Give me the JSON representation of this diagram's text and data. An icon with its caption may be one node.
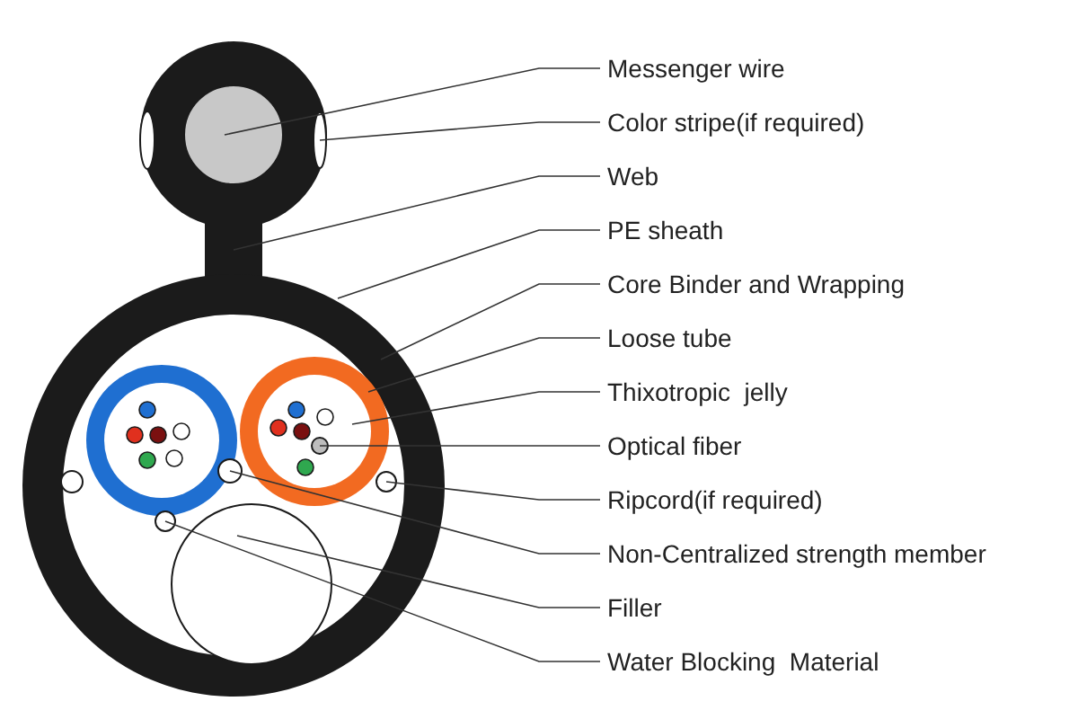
{
  "diagram": {
    "nodes": [
      {
        "text": [
          "Messenger wire"
        ]
      },
      {
        "text": [
          "Color stripe(if required)"
        ]
      },
      {
        "text": [
          "Web"
        ]
      },
      {
        "text": [
          "PE sheath"
        ]
      },
      {
        "text": [
          "Core Binder and Wrapping"
        ]
      },
      {
        "text": [
          "Loose tube"
        ]
      },
      {
        "text": [
          "Thixotropic  jelly"
        ]
      },
      {
        "text": [
          "Optical fiber"
        ]
      },
      {
        "text": [
          "Ripcord(if required)"
        ]
      },
      {
        "text": [
          "Non-Centralized strength member"
        ]
      },
      {
        "text": [
          "Filler"
        ]
      },
      {
        "text": [
          "Water Blocking  Material"
        ]
      },
      {
        "text": [],
        "shape": "circle"
      },
      {
        "text": [],
        "shape": "bar"
      },
      {
        "text": [],
        "shape": "box"
      },
      {
        "text": [],
        "shape": "circle"
      },
      {
        "text": [],
        "shape": "circle",
        "in": 15
      },
      {
        "text": [],
        "shape": "circle",
        "in": 16
      },
      {
        "text": [],
        "shape": "circle",
        "in": 17
      },
      {
        "text": [],
        "shape": "circle",
        "in": 18
      },
      {
        "text": [],
        "shape": "circle",
        "in": 16
      },
      {
        "text": [],
        "shape": "circle",
        "in": 16
      },
      {
        "text": [],
        "shape": "circle",
        "in": 16
      },
      {
        "text": [],
        "shape": "circle",
        "in": 16
      }
    ],
    "edges": [
      {
        "from": 0,
        "to": 12,
        "arrow": "none"
      },
      {
        "from": 1,
        "to": 13,
        "arrow": "none"
      },
      {
        "from": 2,
        "to": 14,
        "arrow": "none"
      },
      {
        "from": 3,
        "to": 15,
        "arrow": "none"
      },
      {
        "from": 4,
        "to": 16,
        "arrow": "none"
      },
      {
        "from": 5,
        "to": 17,
        "arrow": "none"
      },
      {
        "from": 6,
        "to": 18,
        "arrow": "none"
      },
      {
        "from": 7,
        "to": 19,
        "arrow": "none"
      },
      {
        "from": 8,
        "to": 20,
        "arrow": "none"
      },
      {
        "from": 9,
        "to": 21,
        "arrow": "none"
      },
      {
        "from": 10,
        "to": 22,
        "arrow": "none"
      },
      {
        "from": 11,
        "to": 23,
        "arrow": "none"
      }
    ]
  }
}
